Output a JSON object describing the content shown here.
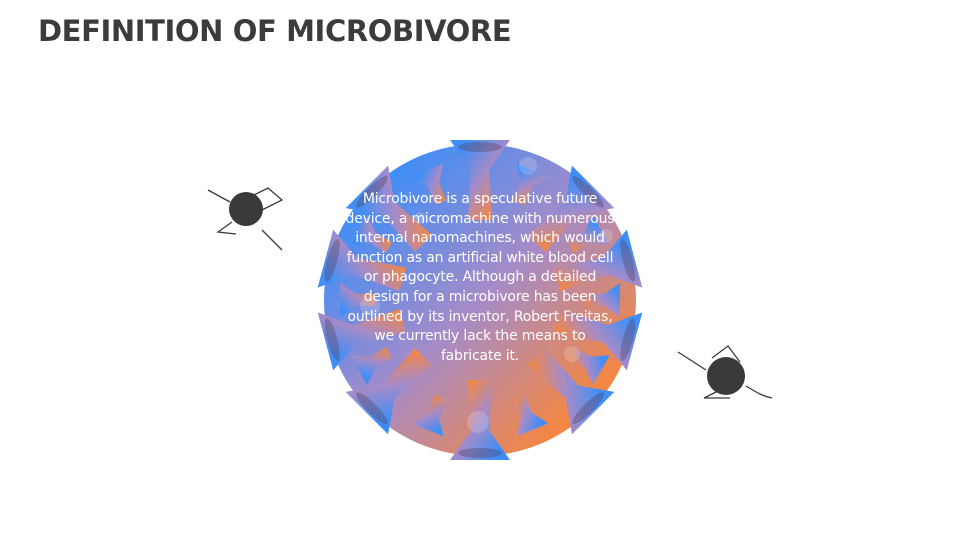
{
  "slide": {
    "title": "DEFINITION OF MICROBIVORE",
    "body": "Microbivore is a speculative future device, a micromachine with numerous internal nanomachines, which would function as an artificial white blood cell or phagocyte. Although a detailed design for a microbivore has been outlined by its inventor, Robert Freitas, we currently lack the means to fabricate it."
  },
  "colors": {
    "gradient_start": "#3f8ef7",
    "gradient_mid": "#a58bc8",
    "gradient_end": "#f7863c",
    "title_color": "#3b3b3b",
    "bacteria_color": "#3a3a3a"
  },
  "icons": [
    "virus-shape",
    "bacteriophage-icon",
    "bacteriophage-icon"
  ]
}
